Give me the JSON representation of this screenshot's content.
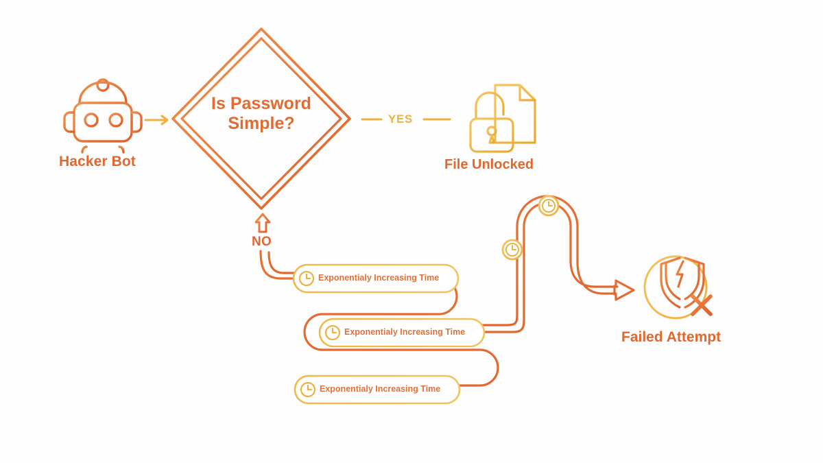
{
  "diagram": {
    "title_flow": "Password brute-force attempt flow",
    "background_color": "#fdfdfd",
    "colors": {
      "orange": "#e0672e",
      "orange_light": "#ef8a47",
      "yellow": "#edb142",
      "yellow_light": "#f3c45e"
    }
  },
  "nodes": {
    "hacker": {
      "label": "Hacker Bot",
      "icon": "robot-icon"
    },
    "decision": {
      "line1": "Is Password",
      "line2": "Simple?",
      "shape": "diamond"
    },
    "yes_branch": {
      "label": "YES"
    },
    "no_branch": {
      "label": "NO"
    },
    "file_unlocked": {
      "label": "File Unlocked",
      "icon": "open-padlock-document-icon"
    },
    "failed_attempt": {
      "label": "Failed Attempt",
      "icon": "broken-shield-icon"
    }
  },
  "delays": [
    {
      "label": "Exponentialy Increasing Time",
      "icon": "clock-icon"
    },
    {
      "label": "Exponentialy Increasing Time",
      "icon": "clock-icon"
    },
    {
      "label": "Exponentialy Increasing Time",
      "icon": "clock-icon"
    }
  ],
  "markers": [
    {
      "icon": "clock-icon"
    },
    {
      "icon": "clock-icon"
    }
  ]
}
